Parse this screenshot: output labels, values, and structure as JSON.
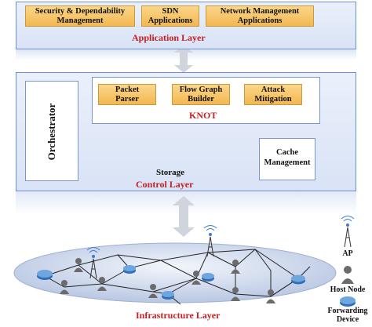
{
  "application_layer": {
    "label": "Application Layer",
    "boxes": [
      {
        "label": "Security & Dependability\nManagement"
      },
      {
        "label": "SDN\nApplications"
      },
      {
        "label": "Network Management\nApplications"
      }
    ]
  },
  "control_layer": {
    "label": "Control Layer",
    "knot": {
      "label": "KNOT",
      "boxes": [
        {
          "label": "Packet\nParser"
        },
        {
          "label": "Flow Graph\nBuilder"
        },
        {
          "label": "Attack\nMitigation"
        }
      ]
    },
    "orchestrator": "Orchestrator",
    "storage": "Storage",
    "cache": "Cache\nManagement"
  },
  "infrastructure_layer": {
    "label": "Infrastructure Layer"
  },
  "legend": {
    "ap": "AP",
    "host": "Host Node",
    "forwarding": "Forwarding\nDevice"
  },
  "colors": {
    "panel_border": "#6f8fd0",
    "box_fill": "#f6c66a",
    "label_red": "#c62020",
    "arrow_blue": "#2e5e9e",
    "arrow_gray": "#d0d4dc"
  }
}
